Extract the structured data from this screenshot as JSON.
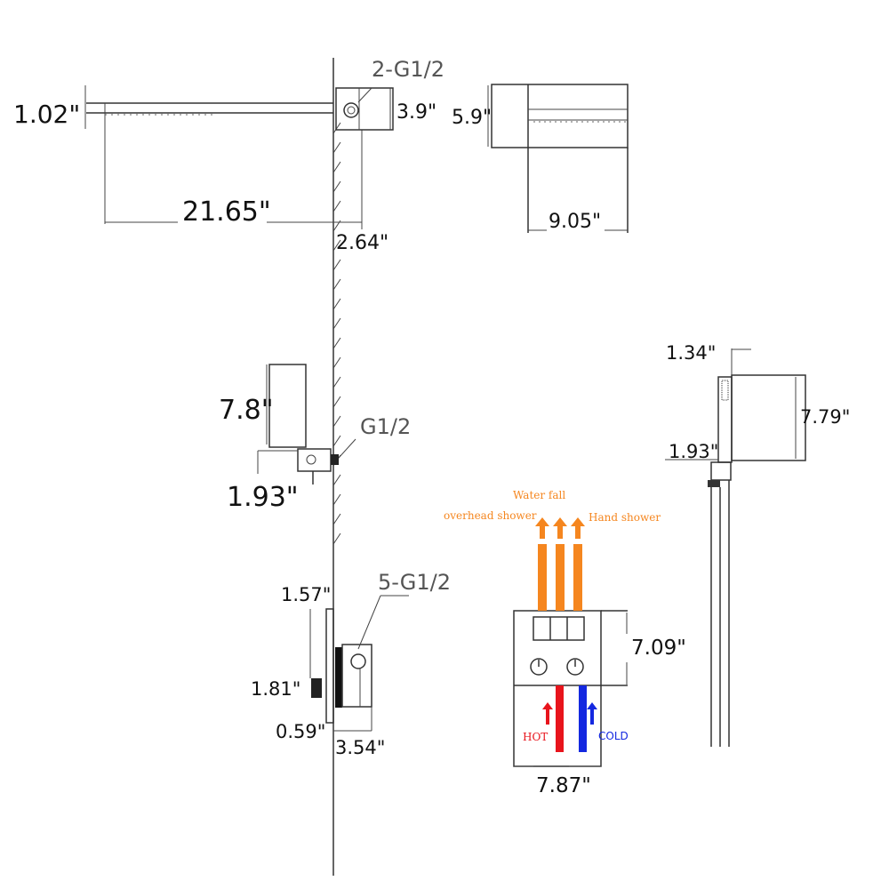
{
  "colors": {
    "outlet": "#f5861f",
    "hot": "#e8141c",
    "cold": "#1428e0",
    "line": "#333333"
  },
  "overhead": {
    "thickness": "1.02\"",
    "arm_length": "21.65\"",
    "wall_offset": "2.64\"",
    "connection": "2-G1/2",
    "bracket_height": "3.9\""
  },
  "side_view": {
    "height": "5.9\"",
    "width": "9.05\""
  },
  "hand_holder": {
    "height": "7.8\"",
    "connection": "G1/2",
    "offset": "1.93\""
  },
  "valve": {
    "connection": "5-G1/2",
    "d1": "1.57\"",
    "d2": "1.81\"",
    "d3": "0.59\"",
    "depth": "3.54\""
  },
  "panel": {
    "height": "7.09\"",
    "width": "7.87\"",
    "waterfall": "Water fall",
    "overhead": "overhead shower",
    "hand": "Hand shower",
    "hot": "HOT",
    "cold": "COLD"
  },
  "hand_shower": {
    "d1": "1.34\"",
    "height": "7.79\"",
    "d2": "1.93\""
  }
}
